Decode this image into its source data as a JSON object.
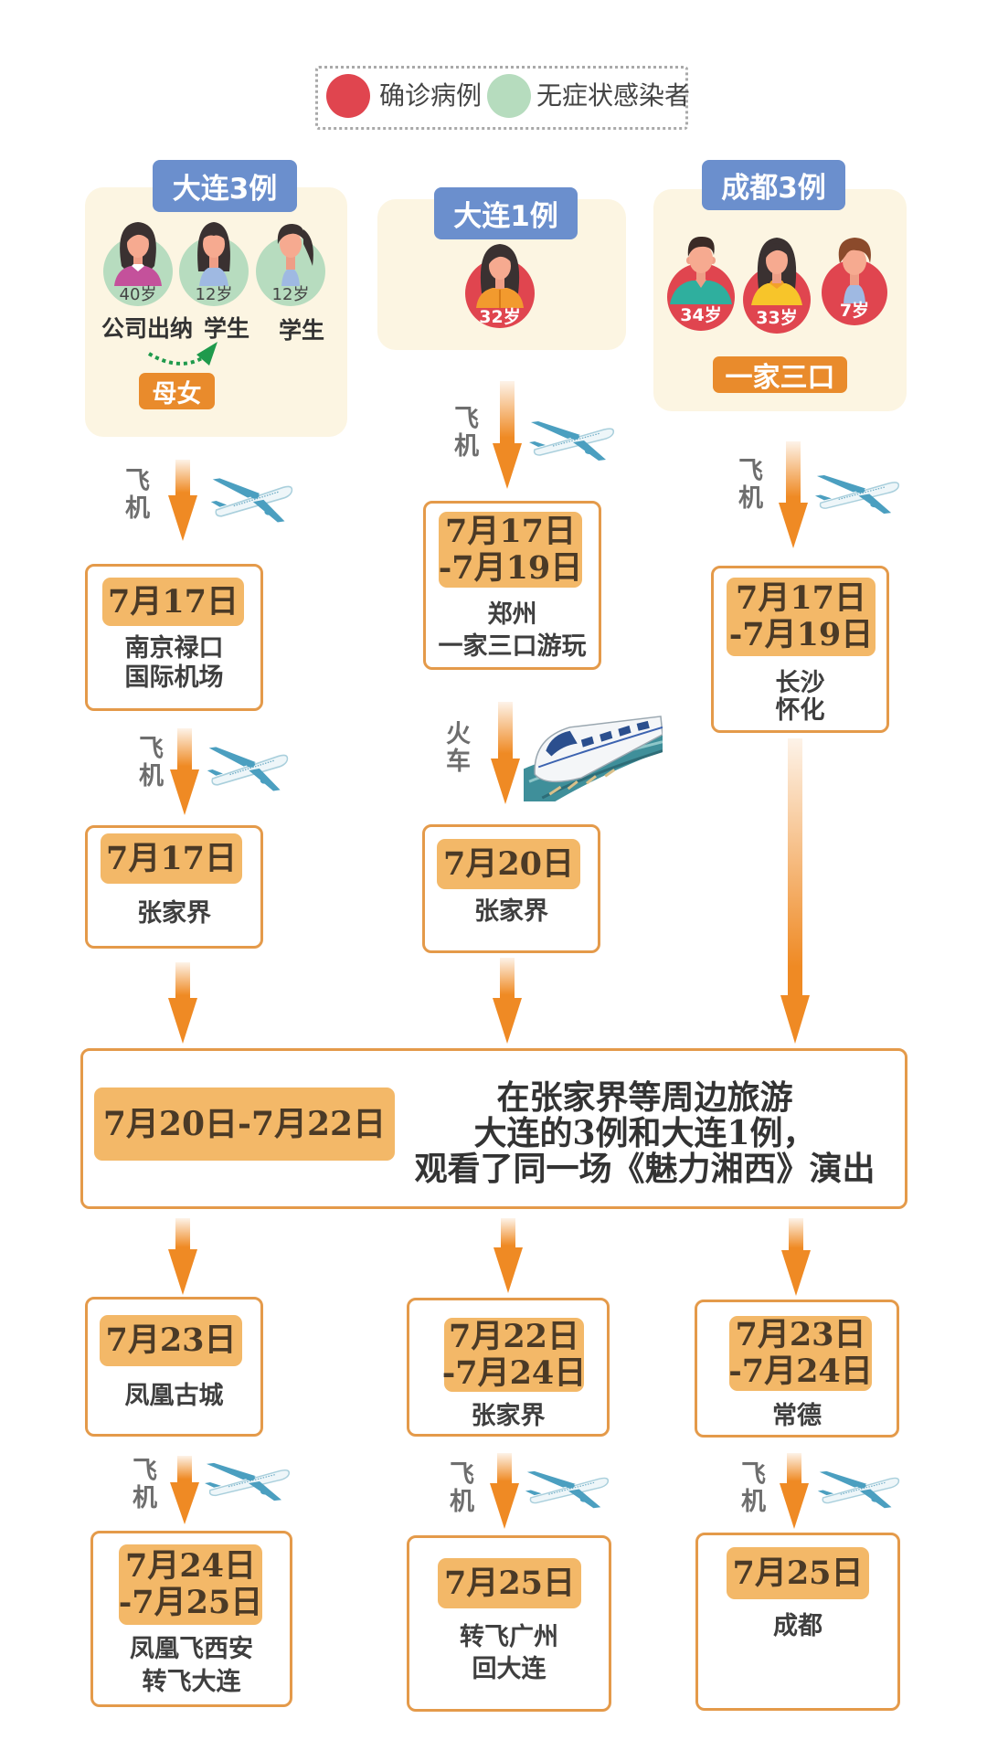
{
  "legend": {
    "items": [
      {
        "label": "确诊病例",
        "color": "#e0454f"
      },
      {
        "label": "无症状感染者",
        "color": "#b6dcbe"
      }
    ]
  },
  "groups": {
    "dalian3": {
      "title": "大连3例",
      "people": [
        {
          "age": "40岁",
          "role": "公司出纳",
          "status": "无症状感染者"
        },
        {
          "age": "12岁",
          "role": "学生",
          "status": "无症状感染者"
        },
        {
          "age": "12岁",
          "role": "学生",
          "status": "无症状感染者"
        }
      ],
      "relation": "母女"
    },
    "dalian1": {
      "title": "大连1例",
      "people": [
        {
          "age": "32岁",
          "status": "确诊病例"
        }
      ]
    },
    "chengdu3": {
      "title": "成都3例",
      "people": [
        {
          "age": "34岁",
          "status": "确诊病例"
        },
        {
          "age": "33岁",
          "status": "确诊病例"
        },
        {
          "age": "7岁",
          "status": "确诊病例"
        }
      ],
      "relation": "一家三口"
    }
  },
  "transport": {
    "plane": "飞机",
    "train": "火车"
  },
  "timeline": {
    "left": [
      {
        "date": [
          "7月17日"
        ],
        "place": [
          "南京禄口",
          "国际机场"
        ]
      },
      {
        "date": [
          "7月17日"
        ],
        "place": [
          "张家界"
        ]
      },
      {
        "date": [
          "7月23日"
        ],
        "place": [
          "凤凰古城"
        ]
      },
      {
        "date": [
          "7月24日",
          "-7月25日"
        ],
        "place": [
          "凤凰飞西安",
          "转飞大连"
        ]
      }
    ],
    "middle": [
      {
        "date": [
          "7月17日",
          "-7月19日"
        ],
        "place": [
          "郑州",
          "一家三口游玩"
        ]
      },
      {
        "date": [
          "7月20日"
        ],
        "place": [
          "张家界"
        ]
      },
      {
        "date": [
          "7月22日",
          "-7月24日"
        ],
        "place": [
          "张家界"
        ]
      },
      {
        "date": [
          "7月25日"
        ],
        "place": [
          "转飞广州",
          "回大连"
        ]
      }
    ],
    "right": [
      {
        "date": [
          "7月17日",
          "-7月19日"
        ],
        "place": [
          "长沙",
          "怀化"
        ]
      },
      {
        "date": [
          "7月23日",
          "-7月24日"
        ],
        "place": [
          "常德"
        ]
      },
      {
        "date": [
          "7月25日"
        ],
        "place": [
          "成都"
        ]
      }
    ]
  },
  "shared_event": {
    "date": "7月20日-7月22日",
    "lines": [
      "在张家界等周边旅游",
      "大连的3例和大连1例，",
      "观看了同一场《魅力湘西》演出"
    ]
  },
  "colors": {
    "confirmed": "#e0454f",
    "asymptomatic": "#b6dcbe",
    "region_badge": "#6b8fcd",
    "relation_badge": "#e98b2c",
    "arrow": "#ef8a24",
    "date_pill": "#f3b868",
    "box_border": "#e49a4a",
    "panel_bg": "#fcf5e2"
  }
}
